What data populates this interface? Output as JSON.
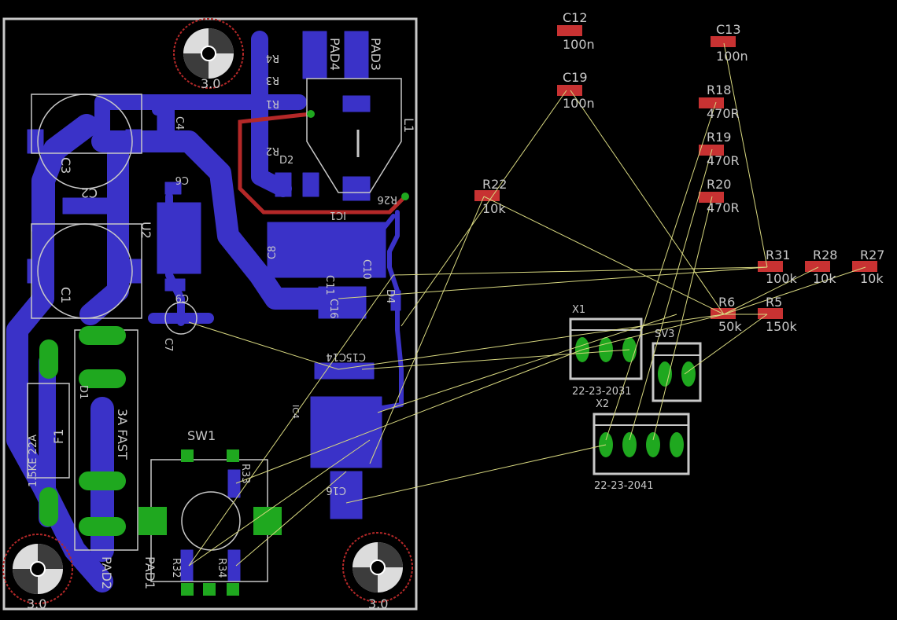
{
  "colors": {
    "background": "#000000",
    "outline": "#c8c8c8",
    "copper_bottom": "#3a32c8",
    "copper_top": "#b42828",
    "smd_pad": "#c83232",
    "via_pad": "#1fa81f",
    "airwire": "#d8d880"
  },
  "mounting_holes": [
    "3.0",
    "3.0",
    "3.0",
    "3.0"
  ],
  "board_labels": {
    "pad4_top": "PAD4",
    "pad3_top": "PAD3",
    "l1": "L1",
    "c3": "C3",
    "c2": "C2",
    "c1": "C1",
    "c4": "C4",
    "c6": "C6",
    "c7": "C7",
    "c8": "C8",
    "c9": "C9",
    "c10": "C10",
    "c11": "C11",
    "c14": "C14",
    "c15": "C15",
    "c16": "C16",
    "d1": "D1",
    "d2": "D2",
    "d4": "D4",
    "d2_value": "1.5KE 22A",
    "f1": "F1",
    "f1_value": "3A FAST",
    "ic1": "IC1",
    "ic4": "IC4",
    "u2": "U2",
    "r1": "R1",
    "r2": "R2",
    "r3": "R3",
    "r4": "R4",
    "r26": "R26",
    "r32": "R32",
    "r33": "R33",
    "r34": "R34",
    "sw1": "SW1",
    "pad2_bottom": "PAD2",
    "pad1_bottom": "PAD1"
  },
  "parts": [
    {
      "name": "C12",
      "value": "100n"
    },
    {
      "name": "C13",
      "value": "100n"
    },
    {
      "name": "C19",
      "value": "100n"
    },
    {
      "name": "R18",
      "value": "470R"
    },
    {
      "name": "R19",
      "value": "470R"
    },
    {
      "name": "R20",
      "value": "470R"
    },
    {
      "name": "R22",
      "value": "10k"
    },
    {
      "name": "R31",
      "value": "100k"
    },
    {
      "name": "R28",
      "value": "10k"
    },
    {
      "name": "R27",
      "value": "10k"
    },
    {
      "name": "R6",
      "value": "50k"
    },
    {
      "name": "R5",
      "value": "150k"
    }
  ],
  "connectors": [
    {
      "name": "X1",
      "value": "22-23-2031"
    },
    {
      "name": "SV3",
      "value": ""
    },
    {
      "name": "X2",
      "value": "22-23-2041"
    }
  ]
}
